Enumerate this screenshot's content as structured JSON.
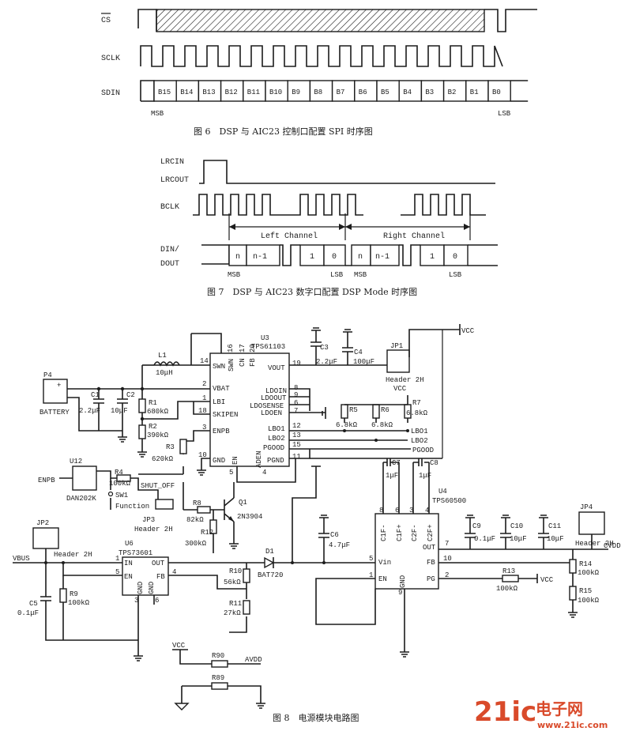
{
  "fig6": {
    "cs_label": "CS",
    "sclk_label": "SCLK",
    "sdin_label": "SDIN",
    "bits": [
      "B15",
      "B14",
      "B13",
      "B12",
      "B11",
      "B10",
      "B9",
      "B8",
      "B7",
      "B6",
      "B5",
      "B4",
      "B3",
      "B2",
      "B1",
      "B0"
    ],
    "msb": "MSB",
    "lsb": "LSB",
    "caption": "图 6　DSP 与 AIC23 控制口配置 SPI 时序图"
  },
  "fig7": {
    "lrcin_label": "LRCIN",
    "lrcout_label": "LRCOUT",
    "bclk_label": "BCLK",
    "din_label": "DIN/",
    "dout_label": "DOUT",
    "left_channel": "Left Channel",
    "right_channel": "Right Channel",
    "cells": [
      "n",
      "n-1",
      "1",
      "0"
    ],
    "msb": "MSB",
    "lsb": "LSB",
    "caption": "图 7　DSP 与 AIC23 数字口配置 DSP Mode 时序图"
  },
  "fig8": {
    "caption": "图 8　电源模块电路图",
    "u3": "U3",
    "u3_part": "TPS61103",
    "u4": "U4",
    "u4_part": "TPS60500",
    "u6": "U6",
    "u6_part": "TPS73601",
    "u12": "U12",
    "u12_part": "DAN202K",
    "q1": "Q1",
    "q1_part": "2N3904",
    "d1": "D1",
    "d1_part": "BAT720",
    "p4": "P4",
    "battery": "BATTERY",
    "jp1": "JP1",
    "jp2": "JP2",
    "jp3": "JP3",
    "jp4": "JP4",
    "header": "Header 2H",
    "sw1": "SW1",
    "function": "Function",
    "shut_off": "SHUT_OFF",
    "enpb": "ENPB",
    "vbus": "VBUS",
    "cvdd": "CVDD",
    "avdd": "AVDD",
    "vcc": "VCC",
    "l1": "L1",
    "l1_val": "10μH",
    "c1": "C1",
    "c1_val": "2.2μF",
    "c2": "C2",
    "c2_val": "10μF",
    "c3": "C3",
    "c3_val": "2.2μF",
    "c4": "C4",
    "c4_val": "100μF",
    "c5": "C5",
    "c5_val": "0.1μF",
    "c6": "C6",
    "c6_val": "4.7μF",
    "c7": "C7",
    "c7_val": "1μF",
    "c8": "C8",
    "c8_val": "1μF",
    "c9": "C9",
    "c9_val": "0.1μF",
    "c10": "C10",
    "c10_val": "10μF",
    "c11": "C11",
    "c11_val": "10μF",
    "r1": "R1",
    "r1_val": "680kΩ",
    "r2": "R2",
    "r2_val": "390kΩ",
    "r3": "R3",
    "r3_val": "620kΩ",
    "r4": "R4",
    "r4_val": "100kΩ",
    "r5": "R5",
    "r5_val": "6.8kΩ",
    "r6": "R6",
    "r6_val": "6.8kΩ",
    "r7": "R7",
    "r7_val": "6.8kΩ",
    "r8": "R8",
    "r8_val": "82kΩ",
    "r9": "R9",
    "r9_val": "100kΩ",
    "r10": "R10",
    "r10_val": "56kΩ",
    "r11": "R11",
    "r11_val": "27kΩ",
    "r12": "R12",
    "r12_val": "300kΩ",
    "r13": "R13",
    "r13_val": "100kΩ",
    "r14": "R14",
    "r14_val": "100kΩ",
    "r15": "R15",
    "r15_val": "100kΩ",
    "r89": "R89",
    "r90": "R90",
    "u3_pins": {
      "swn": "SWN",
      "swp": "SWN",
      "cn": "CN",
      "fb": "FB",
      "vout": "VOUT",
      "vbat": "VBAT",
      "lbi": "LBI",
      "skipen": "SKIPEN",
      "enpb": "ENPB",
      "ldoin": "LDOIN",
      "ldoout": "LDOOUT",
      "ldosense": "LDOSENSE",
      "ldoen": "LDOEN",
      "lbo1": "LBO1",
      "lbo2": "LBO2",
      "pgood": "PGOOD",
      "gnd": "GND",
      "en": "EN",
      "aden": "ADEN",
      "pgnd": "PGND"
    },
    "u3_nums": [
      "14",
      "16",
      "17",
      "20",
      "19",
      "2",
      "1",
      "18",
      "3",
      "8",
      "9",
      "6",
      "7",
      "12",
      "13",
      "15",
      "10",
      "5",
      "11",
      "4"
    ],
    "u4_pins": {
      "c1m": "C1F-",
      "c1p": "C1F+",
      "c2m": "C2F-",
      "c2p": "C2F+",
      "out": "OUT",
      "fb": "FB",
      "pg": "PG",
      "vin": "Vin",
      "en": "EN",
      "gnd": "GND"
    },
    "u4_nums": [
      "8",
      "6",
      "3",
      "4",
      "7",
      "10",
      "2",
      "5",
      "1",
      "9"
    ],
    "u6_pins": {
      "in": "IN",
      "out": "OUT",
      "en": "EN",
      "fb": "FB",
      "gnd": "GND",
      "gnd2": "GND"
    },
    "u6_nums": [
      "1",
      "5",
      "4",
      "3",
      "6"
    ],
    "net_lbo1": "LBO1",
    "net_lbo2": "LBO2",
    "net_pgood": "PGOOD"
  },
  "watermark": {
    "num": "21ic",
    "cn": "电子网",
    "url": "www.21ic.com"
  }
}
